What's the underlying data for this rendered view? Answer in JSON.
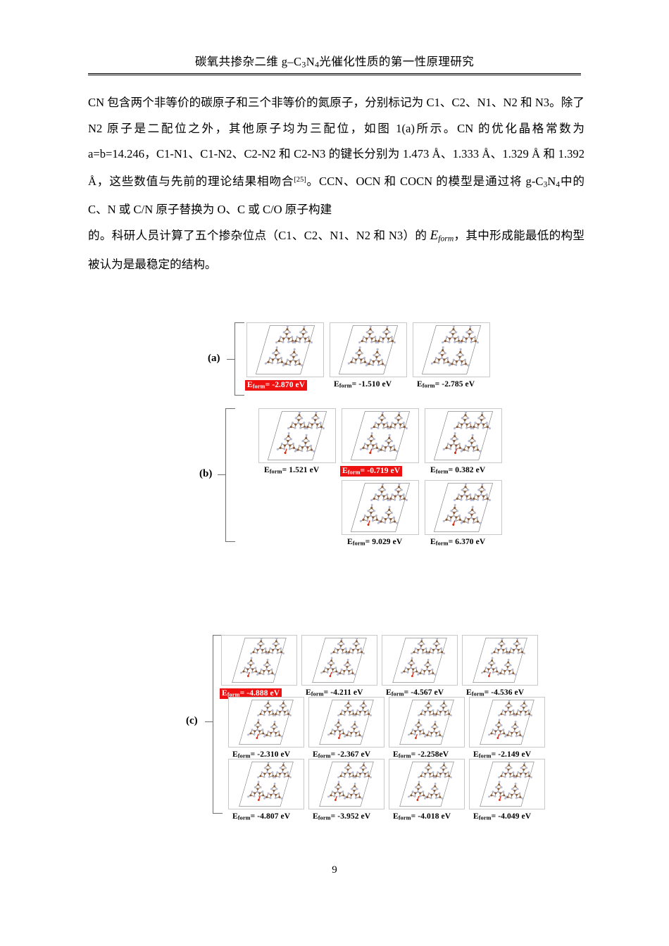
{
  "document": {
    "header_title_parts": {
      "before": "碳氧共掺杂二维 g–C",
      "sub1": "3",
      "mid": "N",
      "sub2": "4",
      "after": "光催化性质的第一性原理研究"
    },
    "page_number": "9"
  },
  "body": {
    "paragraph1_segments": [
      {
        "t": "        CN 包含两个非等价的碳原子和三个非等价的氮原子，分别标记为 C1、C2、N1、N2 和 N3。除了 N2 原子是二配位之外，其他原子均为三配位，如图 1(a)所示。CN 的优化晶格常数为 a=b=14.246，C1-N1、C1-N2、C2-N2 和 C2-N3 的键长分别为 1.473 Å、1.333 Å、1.329 Å 和 1.392 Å，这些数值与先前的理论结果相吻合"
      },
      {
        "t": "[25]",
        "sup": true
      },
      {
        "t": "。CCN、OCN 和 COCN 的模型是通过将 g-C"
      },
      {
        "t": "3",
        "sub": true
      },
      {
        "t": "N"
      },
      {
        "t": "4",
        "sub": true
      },
      {
        "t": "中的 C、N 或 C/N 原子替换为 O、C 或 C/O 原子构建"
      }
    ],
    "paragraph2_segments": [
      {
        "t": "的。科研人员计算了五个掺杂位点（C1、C2、N1、N2 和 N3）的 "
      },
      {
        "t": "E",
        "italic": true
      },
      {
        "t": "form",
        "italicsub": true
      },
      {
        "t": "，其中形成能最低的构型被认为是最稳定的结构。"
      }
    ]
  },
  "figure1": {
    "panels": [
      {
        "label": "(a)",
        "rows": [
          {
            "cells": [
              {
                "value": "-2.870",
                "prefix": "E",
                "sub": "form",
                "op": "= ",
                "unit": " eV",
                "highlight": true
              },
              {
                "value": "-1.510",
                "prefix": "E",
                "sub": "form",
                "op": "= ",
                "unit": " eV",
                "highlight": false
              },
              {
                "value": "-2.785",
                "prefix": "E",
                "sub": "form",
                "op": "= ",
                "unit": " eV",
                "highlight": false
              }
            ]
          }
        ]
      },
      {
        "label": "(b)",
        "rows": [
          {
            "cells": [
              {
                "value": "1.521",
                "prefix": "E",
                "sub": "form",
                "op": "= ",
                "unit": " eV",
                "highlight": false
              },
              {
                "value": "-0.719",
                "prefix": "E",
                "sub": "form",
                "op": "= ",
                "unit": " eV",
                "highlight": true
              },
              {
                "value": "0.382",
                "prefix": "E",
                "sub": "form",
                "op": "= ",
                "unit": " eV",
                "highlight": false
              }
            ]
          },
          {
            "cells": [
              {
                "value": "9.029",
                "prefix": "E",
                "sub": "form",
                "op": "= ",
                "unit": " eV",
                "highlight": false
              },
              {
                "value": "6.370",
                "prefix": "E",
                "sub": "form",
                "op": "= ",
                "unit": " eV",
                "highlight": false
              }
            ]
          }
        ]
      }
    ]
  },
  "figure2": {
    "panels": [
      {
        "label": "(c)",
        "rows": [
          {
            "cells": [
              {
                "value": "-4.888",
                "prefix": "E",
                "sub": "form",
                "op": "= ",
                "unit": " eV",
                "highlight": true
              },
              {
                "value": "-4.211",
                "prefix": "E",
                "sub": "form",
                "op": "= ",
                "unit": " eV",
                "highlight": false
              },
              {
                "value": "-4.567",
                "prefix": "E",
                "sub": "form",
                "op": "= ",
                "unit": " eV",
                "highlight": false
              },
              {
                "value": "-4.536",
                "prefix": "E",
                "sub": "form",
                "op": "= ",
                "unit": " eV",
                "highlight": false
              }
            ]
          },
          {
            "cells": [
              {
                "value": "-2.310",
                "prefix": "E",
                "sub": "form",
                "op": "= ",
                "unit": " eV",
                "highlight": false
              },
              {
                "value": "-2.367",
                "prefix": "E",
                "sub": "form",
                "op": "= ",
                "unit": " eV",
                "highlight": false
              },
              {
                "value": "-2.258",
                "prefix": "E",
                "sub": "form",
                "op": "= ",
                "unit": "eV",
                "highlight": false
              },
              {
                "value": "-2.149",
                "prefix": "E",
                "sub": "form",
                "op": "= ",
                "unit": " eV",
                "highlight": false
              }
            ]
          },
          {
            "cells": [
              {
                "value": "-4.807",
                "prefix": "E",
                "sub": "form",
                "op": "= ",
                "unit": " eV",
                "highlight": false
              },
              {
                "value": "-3.952",
                "prefix": "E",
                "sub": "form",
                "op": "= ",
                "unit": " eV",
                "highlight": false
              },
              {
                "value": "-4.018",
                "prefix": "E",
                "sub": "form",
                "op": "= ",
                "unit": " eV",
                "highlight": false
              },
              {
                "value": "-4.049",
                "prefix": "E",
                "sub": "form",
                "op": "= ",
                "unit": " eV",
                "highlight": false
              }
            ]
          }
        ]
      }
    ]
  },
  "colors": {
    "highlight_red": "#ee1111",
    "carbon_atom": "#8a5c3b",
    "nitrogen_atom": "#b8bdd6",
    "dopant_red": "#d42b12",
    "bond": "#9a7a5e",
    "cell_border": "#c9c9c9",
    "bracket": "#6d6d6d"
  }
}
